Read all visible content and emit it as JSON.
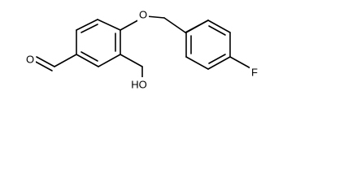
{
  "diagram": {
    "type": "chemical-structure",
    "atoms": {
      "aldehyde_oxygen": "O",
      "phenol_group": "HO",
      "ether_oxygen": "O",
      "fluorine": "F"
    },
    "colors": {
      "bonds": "#000000",
      "background": "#ffffff"
    }
  }
}
